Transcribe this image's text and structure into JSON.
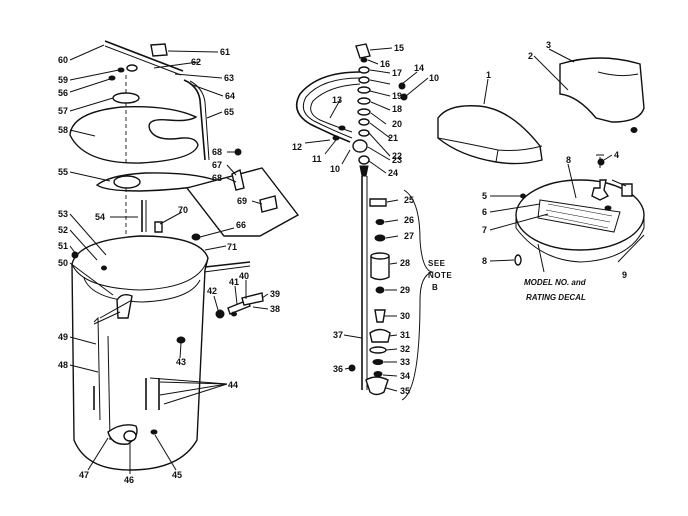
{
  "callouts": {
    "n1": "1",
    "n2": "2",
    "n3": "3",
    "n4": "4",
    "n5": "5",
    "n6": "6",
    "n7": "7",
    "n8a": "8",
    "n8b": "8",
    "n9": "9",
    "n10a": "10",
    "n10b": "10",
    "n11": "11",
    "n12": "12",
    "n13": "13",
    "n14": "14",
    "n15": "15",
    "n16": "16",
    "n17": "17",
    "n18": "18",
    "n19": "19",
    "n20": "20",
    "n21": "21",
    "n22": "22",
    "n23": "23",
    "n24": "24",
    "n25": "25",
    "n26": "26",
    "n27": "27",
    "n28": "28",
    "n29": "29",
    "n30": "30",
    "n31": "31",
    "n32": "32",
    "n33": "33",
    "n34": "34",
    "n35": "35",
    "n36": "36",
    "n37": "37",
    "n38": "38",
    "n39": "39",
    "n40": "40",
    "n41": "41",
    "n42": "42",
    "n43": "43",
    "n44": "44",
    "n45": "45",
    "n46": "46",
    "n47": "47",
    "n48": "48",
    "n49": "49",
    "n50": "50",
    "n51": "51",
    "n52": "52",
    "n53": "53",
    "n54": "54",
    "n55": "55",
    "n56": "56",
    "n57": "57",
    "n58": "58",
    "n59": "59",
    "n60": "60",
    "n61": "61",
    "n62": "62",
    "n63": "63",
    "n64": "64",
    "n65": "65",
    "n66": "66",
    "n67": "67",
    "n68a": "68",
    "n68b": "68",
    "n69": "69",
    "n70": "70",
    "n71": "71"
  },
  "notes": {
    "see": "SEE",
    "note": "NOTE",
    "b": "B",
    "decal_line1": "MODEL NO. and",
    "decal_line2": "RATING DECAL"
  }
}
